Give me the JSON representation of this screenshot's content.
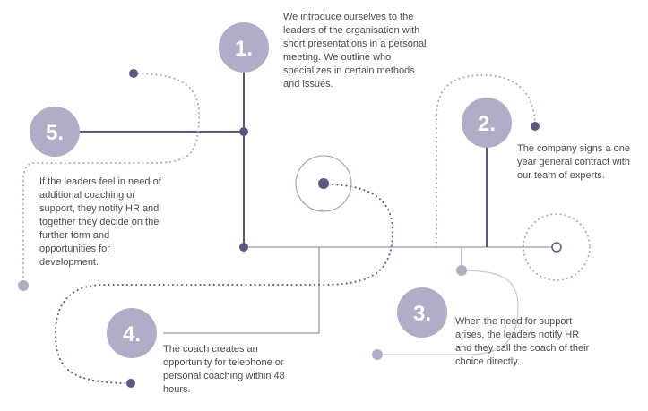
{
  "colors": {
    "dark": "#5a5a80",
    "light": "#a9a6c1",
    "circle_fill": "#b1adc6",
    "text": "#4a4a55"
  },
  "steps": [
    {
      "number": "1.",
      "text": "We introduce ourselves to the leaders of the organisation with short presentations in a personal meeting. We outline who specializes in certain methods and issues."
    },
    {
      "number": "2.",
      "text": "The company signs a one year general contract with our team of experts."
    },
    {
      "number": "3.",
      "text": "When the need for support arises, the leaders notify HR and they call the coach of their choice directly."
    },
    {
      "number": "4.",
      "text": "The coach creates an opportunity for telephone or personal coaching within 48 hours."
    },
    {
      "number": "5.",
      "text": "If the leaders feel in need of additional coaching or support, they notify HR and together they decide on the further form and opportunities for development."
    }
  ]
}
